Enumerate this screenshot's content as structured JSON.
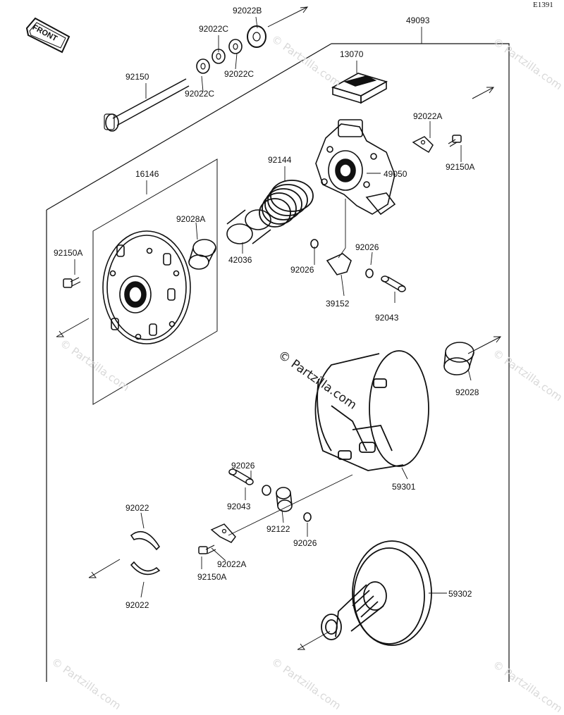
{
  "diagram_code": "E1391",
  "front_label": "FRONT",
  "watermark_text": "© Partzilla.com",
  "parts": {
    "p92022B": "92022B",
    "p49093": "49093",
    "p92022C_a": "92022C",
    "p92022C_b": "92022C",
    "p92022C_c": "92022C",
    "p13070": "13070",
    "p92150": "92150",
    "p92022A_top": "92022A",
    "p92150A_top": "92150A",
    "p92144": "92144",
    "p49050": "49050",
    "p16146": "16146",
    "p92028A": "92028A",
    "p92150A_left": "92150A",
    "p42036": "42036",
    "p92026_a": "92026",
    "p92026_b": "92026",
    "p39152": "39152",
    "p92043_top": "92043",
    "p92028": "92028",
    "p59301": "59301",
    "p92026_c": "92026",
    "p92043_bot": "92043",
    "p92122": "92122",
    "p92026_d": "92026",
    "p92022_top": "92022",
    "p92022A_bot": "92022A",
    "p92150A_bot": "92150A",
    "p92022_bot": "92022",
    "p59302": "59302"
  }
}
